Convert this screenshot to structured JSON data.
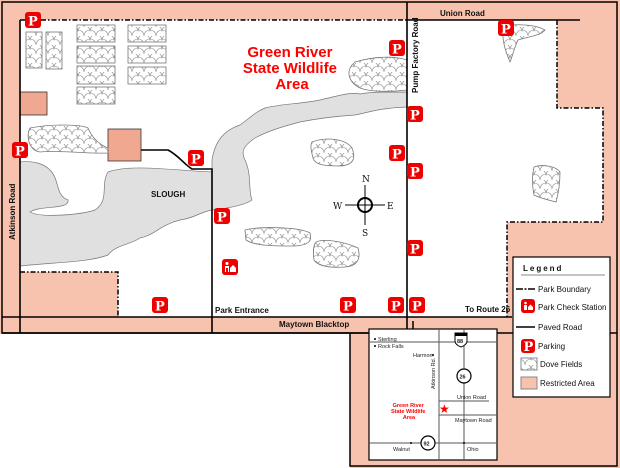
{
  "map": {
    "title_lines": [
      "Green River",
      "State Wildlife",
      "Area"
    ],
    "labels": {
      "slough": "SLOUGH",
      "union_road": "Union Road",
      "pump_factory_road": "Pump Factory Road",
      "atkinson_road": "Atkinson Road",
      "maytown_blacktop": "Maytown Blacktop",
      "park_entrance": "Park Entrance",
      "to_route_26": "To Route 26"
    },
    "parking_glyph": "P",
    "compass": {
      "n": "N",
      "s": "S",
      "e": "E",
      "w": "W"
    }
  },
  "legend": {
    "title": "Legend",
    "items": [
      {
        "label": "Park Boundary",
        "icon": "dash-dot-line"
      },
      {
        "label": "Park Check Station",
        "icon": "check-station-icon"
      },
      {
        "label": "Paved Road",
        "icon": "solid-line"
      },
      {
        "label": "Parking",
        "icon": "parking-icon"
      },
      {
        "label": "Dove Fields",
        "icon": "dove-field-swatch"
      },
      {
        "label": "Restricted Area",
        "icon": "restricted-swatch"
      }
    ]
  },
  "inset": {
    "towns": [
      "Sterling",
      "Rock Falls",
      "Harmon",
      "Walnut",
      "Ohio"
    ],
    "roads": [
      "Atkinson Rd.",
      "Union Road",
      "Maytown Road"
    ],
    "shields": [
      "88",
      "26",
      "92"
    ],
    "location_lines": [
      "Green River",
      "State Wildlife",
      "Area"
    ]
  },
  "colors": {
    "restricted": "#f7c3ae",
    "restricted_block": "#f0a890",
    "slough": "#e0e0e0",
    "parking": "#ee0000",
    "title": "#ff0000"
  }
}
